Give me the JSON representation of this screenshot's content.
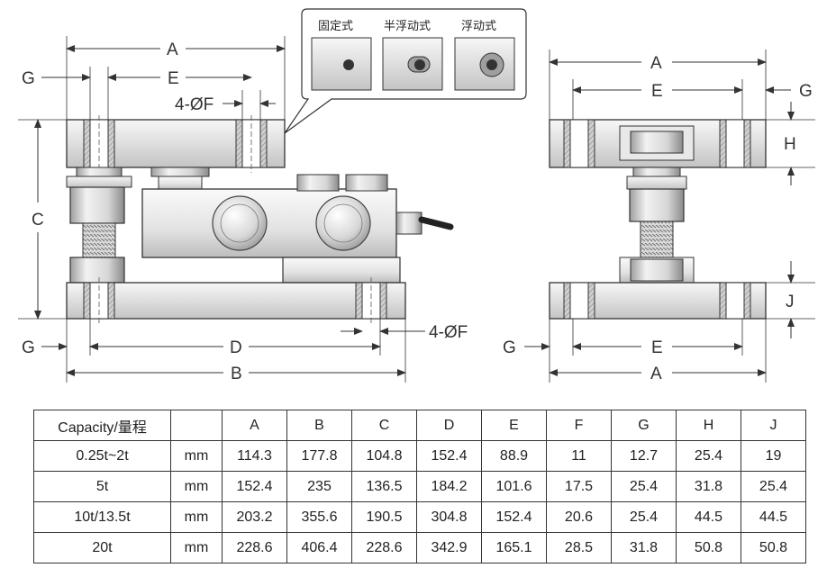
{
  "front_view": {
    "labels": {
      "A": "A",
      "E": "E",
      "G": "G",
      "hole": "4-ØF",
      "C": "C",
      "G2": "G",
      "D": "D",
      "B": "B",
      "hole2": "4-ØF"
    }
  },
  "side_view": {
    "labels": {
      "A": "A",
      "E": "E",
      "G": "G",
      "H": "H",
      "J": "J",
      "G2": "G",
      "E2": "E",
      "A2": "A"
    }
  },
  "mount_legend": {
    "fixed": "固定式",
    "semi_floating": "半浮动式",
    "floating": "浮动式"
  },
  "colors": {
    "line": "#333333",
    "metal_light": "#eeeeee",
    "metal_mid": "#c9c9c9",
    "hatch": "#9a9a9a"
  },
  "table": {
    "headers": [
      "Capacity/量程",
      "",
      "A",
      "B",
      "C",
      "D",
      "E",
      "F",
      "G",
      "H",
      "J"
    ],
    "rows": [
      {
        "capacity": "0.25t~2t",
        "unit": "mm",
        "values": [
          "114.3",
          "177.8",
          "104.8",
          "152.4",
          "88.9",
          "11",
          "12.7",
          "25.4",
          "19"
        ]
      },
      {
        "capacity": "5t",
        "unit": "mm",
        "values": [
          "152.4",
          "235",
          "136.5",
          "184.2",
          "101.6",
          "17.5",
          "25.4",
          "31.8",
          "25.4"
        ]
      },
      {
        "capacity": "10t/13.5t",
        "unit": "mm",
        "values": [
          "203.2",
          "355.6",
          "190.5",
          "304.8",
          "152.4",
          "20.6",
          "25.4",
          "44.5",
          "44.5"
        ]
      },
      {
        "capacity": "20t",
        "unit": "mm",
        "values": [
          "228.6",
          "406.4",
          "228.6",
          "342.9",
          "165.1",
          "28.5",
          "31.8",
          "50.8",
          "50.8"
        ]
      }
    ]
  }
}
